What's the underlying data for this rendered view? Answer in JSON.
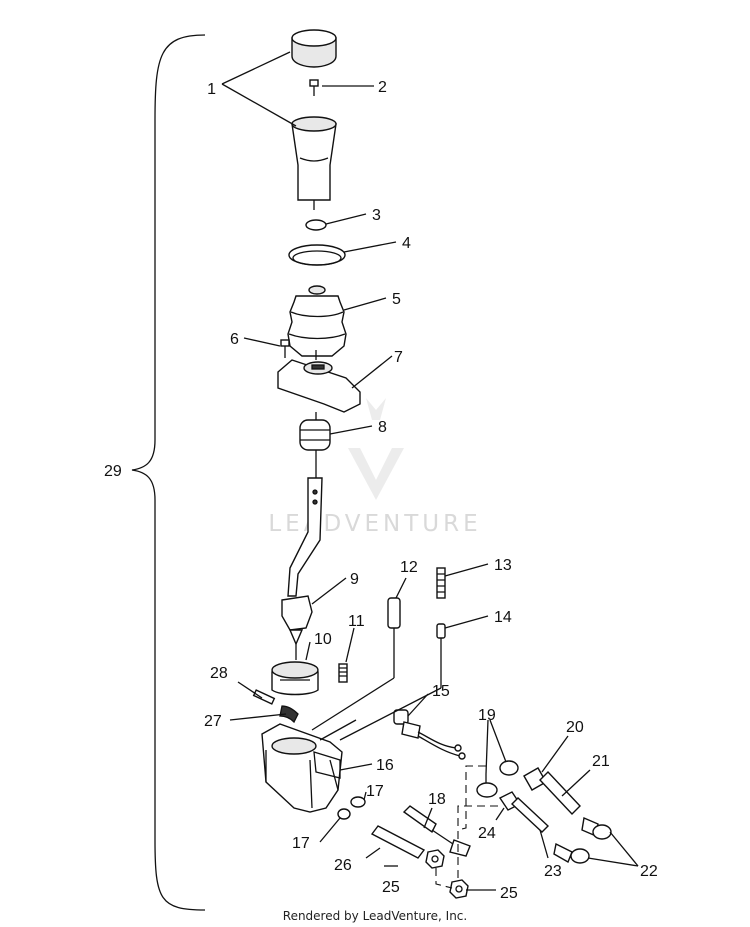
{
  "diagram": {
    "watermark": "LEADVENTURE",
    "credit": "Rendered by LeadVenture, Inc.",
    "callouts": {
      "c1": "1",
      "c2": "2",
      "c3": "3",
      "c4": "4",
      "c5": "5",
      "c6": "6",
      "c7": "7",
      "c8": "8",
      "c9": "9",
      "c10": "10",
      "c11": "11",
      "c12": "12",
      "c13": "13",
      "c14": "14",
      "c15": "15",
      "c16": "16",
      "c17": "17",
      "c17b": "17",
      "c18": "18",
      "c19": "19",
      "c20": "20",
      "c21": "21",
      "c22": "22",
      "c23": "23",
      "c24": "24",
      "c25": "25",
      "c25b": "25",
      "c26": "26",
      "c27": "27",
      "c28": "28",
      "c29": "29"
    }
  }
}
